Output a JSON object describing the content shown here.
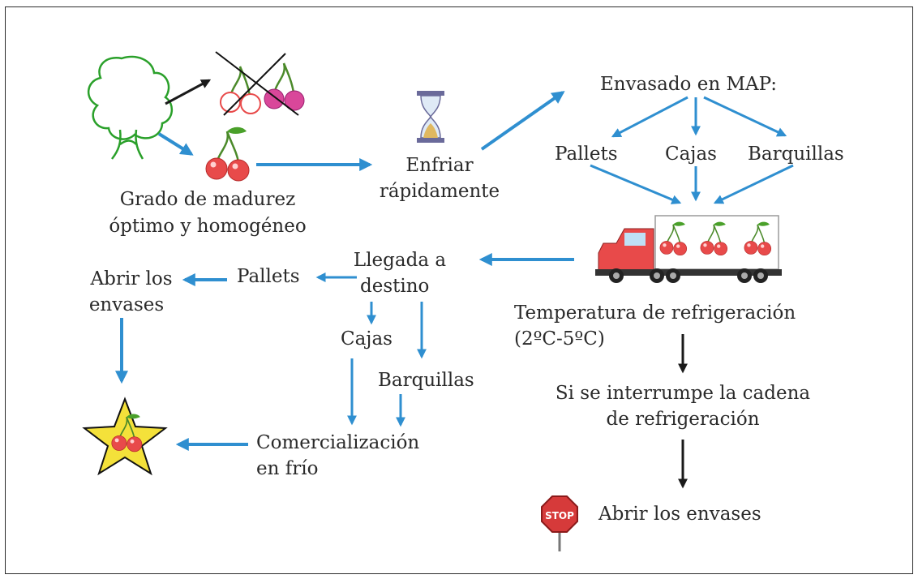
{
  "labels": {
    "grado": "Grado de madurez",
    "grado2": "óptimo y homogéneo",
    "enfriar": "Enfriar",
    "enfriar2": "rápidamente",
    "envasado": "Envasado en MAP:",
    "pallets_top": "Pallets",
    "cajas_top": "Cajas",
    "barquillas_top": "Barquillas",
    "llegada": "Llegada a",
    "llegada2": "destino",
    "pallets_left": "Pallets",
    "abrir_left": "Abrir los",
    "abrir_left2": "envases",
    "cajas_mid": "Cajas",
    "barquillas_mid": "Barquillas",
    "comercializacion": "Comercialización",
    "comercializacion2": "en frío",
    "temperatura": "Temperatura de refrigeración",
    "temperatura2": "(2ºC-5ºC)",
    "interrumpe": "Si se interrumpe la cadena",
    "interrumpe2": "de refrigeración",
    "abrir_right": "Abrir los envases",
    "stop": "STOP"
  },
  "icons": [
    "tree-icon",
    "crossed-cherries-icon",
    "cherries-icon",
    "hourglass-icon",
    "truck-icon",
    "star-cherries-icon",
    "stop-sign-icon"
  ],
  "colors": {
    "arrow_blue": "#2f8fd0",
    "arrow_black": "#1a1a1a",
    "cherry": "#e84a4a",
    "tree": "#2aa02a",
    "star": "#f4e13a"
  }
}
